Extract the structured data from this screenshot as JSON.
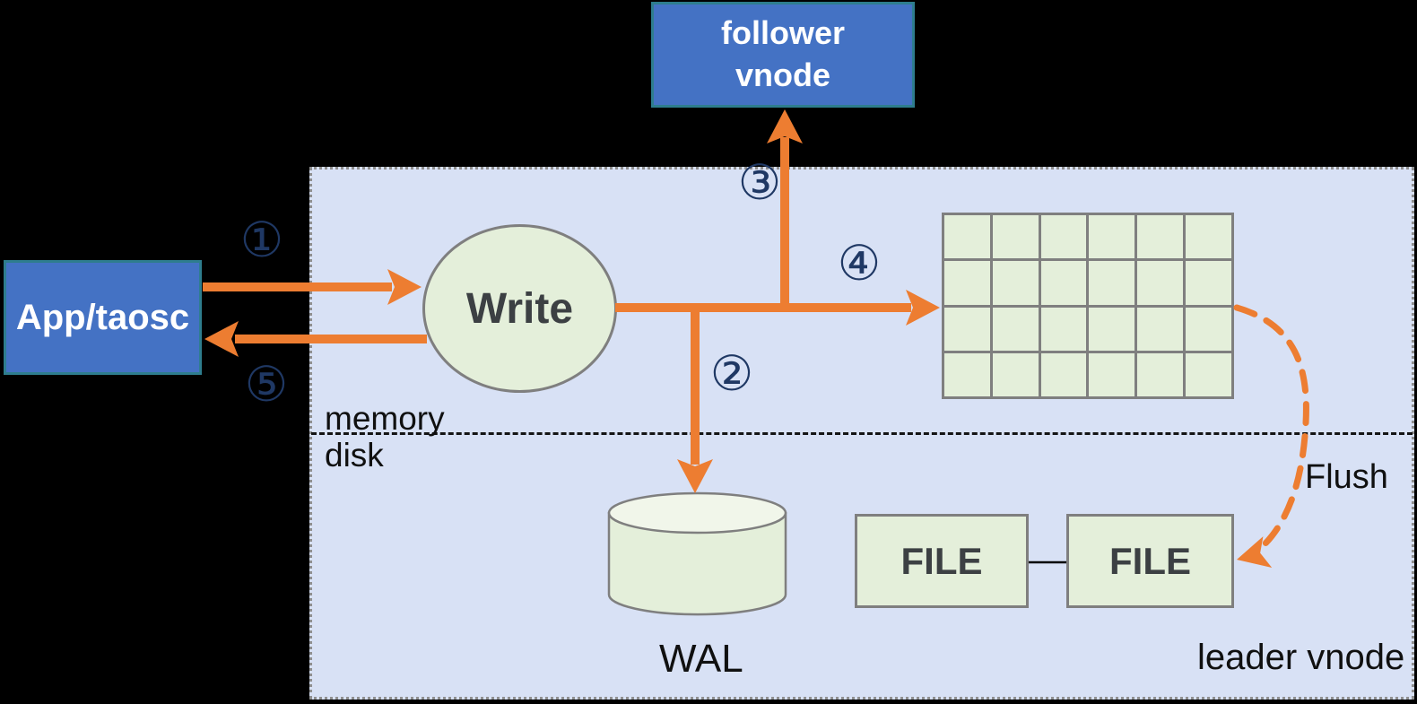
{
  "colors": {
    "background": "#000000",
    "container_fill": "#D8E1F5",
    "node_blue_fill": "#4472C4",
    "node_blue_border": "#2E7D8E",
    "node_green_fill": "#E4EFDA",
    "node_green_border": "#7F7F7F",
    "arrow_orange": "#ED7D31",
    "step_navy": "#1F3864",
    "text_dark": "#3C4043"
  },
  "nodes": {
    "follower_vnode": {
      "line1": "follower",
      "line2": "vnode"
    },
    "app_taosc": {
      "label": "App/taosc"
    },
    "write": {
      "label": "Write"
    },
    "wal": {
      "label": "WAL"
    },
    "file_left": {
      "label": "FILE"
    },
    "file_right": {
      "label": "FILE"
    }
  },
  "labels": {
    "memory": "memory",
    "disk": "disk",
    "flush": "Flush",
    "leader_vnode": "leader vnode"
  },
  "steps": [
    "①",
    "②",
    "③",
    "④",
    "⑤"
  ],
  "memtable_grid": {
    "rows": 4,
    "cols": 6
  }
}
